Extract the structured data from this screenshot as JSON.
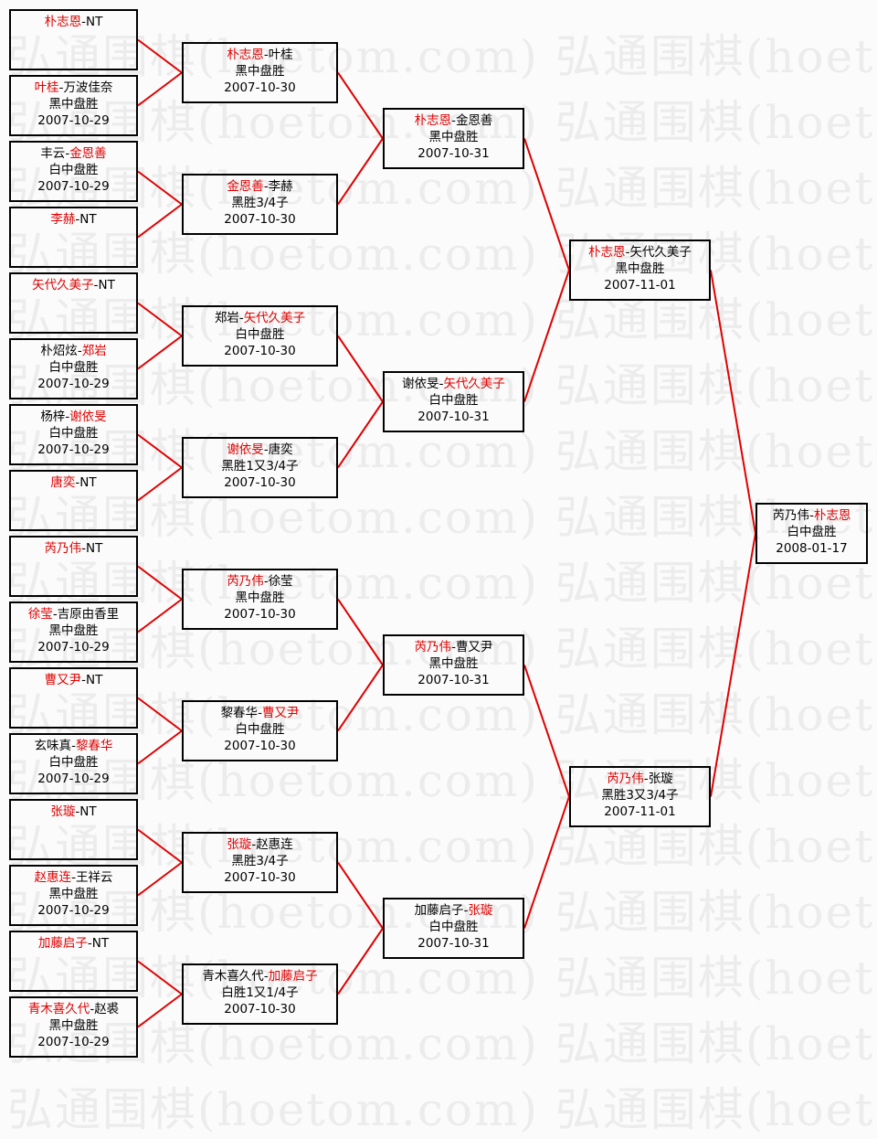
{
  "watermark": "弘通围棋(hoetom.com)",
  "colors": {
    "winner": "#e00000",
    "line": "#e00000",
    "border": "#000000"
  },
  "rounds": [
    [
      {
        "p1": "朴志恩",
        "p2": "NT",
        "winner": 1,
        "result": "",
        "date": ""
      },
      {
        "p1": "叶桂",
        "p2": "万波佳奈",
        "winner": 1,
        "result": "黑中盘胜",
        "date": "2007-10-29"
      },
      {
        "p1": "丰云",
        "p2": "金恩善",
        "winner": 2,
        "result": "白中盘胜",
        "date": "2007-10-29"
      },
      {
        "p1": "李赫",
        "p2": "NT",
        "winner": 1,
        "result": "",
        "date": ""
      },
      {
        "p1": "矢代久美子",
        "p2": "NT",
        "winner": 1,
        "result": "",
        "date": ""
      },
      {
        "p1": "朴炤炫",
        "p2": "郑岩",
        "winner": 2,
        "result": "白中盘胜",
        "date": "2007-10-29"
      },
      {
        "p1": "杨梓",
        "p2": "谢依旻",
        "winner": 2,
        "result": "白中盘胜",
        "date": "2007-10-29"
      },
      {
        "p1": "唐奕",
        "p2": "NT",
        "winner": 1,
        "result": "",
        "date": ""
      },
      {
        "p1": "芮乃伟",
        "p2": "NT",
        "winner": 1,
        "result": "",
        "date": ""
      },
      {
        "p1": "徐莹",
        "p2": "吉原由香里",
        "winner": 1,
        "result": "黑中盘胜",
        "date": "2007-10-29"
      },
      {
        "p1": "曹又尹",
        "p2": "NT",
        "winner": 1,
        "result": "",
        "date": ""
      },
      {
        "p1": "玄味真",
        "p2": "黎春华",
        "winner": 2,
        "result": "白中盘胜",
        "date": "2007-10-29"
      },
      {
        "p1": "张璇",
        "p2": "NT",
        "winner": 1,
        "result": "",
        "date": ""
      },
      {
        "p1": "赵惠连",
        "p2": "王祥云",
        "winner": 1,
        "result": "黑中盘胜",
        "date": "2007-10-29"
      },
      {
        "p1": "加藤启子",
        "p2": "NT",
        "winner": 1,
        "result": "",
        "date": ""
      },
      {
        "p1": "青木喜久代",
        "p2": "赵裘",
        "winner": 1,
        "result": "黑中盘胜",
        "date": "2007-10-29"
      }
    ],
    [
      {
        "p1": "朴志恩",
        "p2": "叶桂",
        "winner": 1,
        "result": "黑中盘胜",
        "date": "2007-10-30"
      },
      {
        "p1": "金恩善",
        "p2": "李赫",
        "winner": 1,
        "result": "黑胜3/4子",
        "date": "2007-10-30"
      },
      {
        "p1": "郑岩",
        "p2": "矢代久美子",
        "winner": 2,
        "result": "白中盘胜",
        "date": "2007-10-30"
      },
      {
        "p1": "谢依旻",
        "p2": "唐奕",
        "winner": 1,
        "result": "黑胜1又3/4子",
        "date": "2007-10-30"
      },
      {
        "p1": "芮乃伟",
        "p2": "徐莹",
        "winner": 1,
        "result": "黑中盘胜",
        "date": "2007-10-30"
      },
      {
        "p1": "黎春华",
        "p2": "曹又尹",
        "winner": 2,
        "result": "白中盘胜",
        "date": "2007-10-30"
      },
      {
        "p1": "张璇",
        "p2": "赵惠连",
        "winner": 1,
        "result": "黑胜3/4子",
        "date": "2007-10-30"
      },
      {
        "p1": "青木喜久代",
        "p2": "加藤启子",
        "winner": 2,
        "result": "白胜1又1/4子",
        "date": "2007-10-30"
      }
    ],
    [
      {
        "p1": "朴志恩",
        "p2": "金恩善",
        "winner": 1,
        "result": "黑中盘胜",
        "date": "2007-10-31"
      },
      {
        "p1": "谢依旻",
        "p2": "矢代久美子",
        "winner": 2,
        "result": "白中盘胜",
        "date": "2007-10-31"
      },
      {
        "p1": "芮乃伟",
        "p2": "曹又尹",
        "winner": 1,
        "result": "黑中盘胜",
        "date": "2007-10-31"
      },
      {
        "p1": "加藤启子",
        "p2": "张璇",
        "winner": 2,
        "result": "白中盘胜",
        "date": "2007-10-31"
      }
    ],
    [
      {
        "p1": "朴志恩",
        "p2": "矢代久美子",
        "winner": 1,
        "result": "黑中盘胜",
        "date": "2007-11-01"
      },
      {
        "p1": "芮乃伟",
        "p2": "张璇",
        "winner": 1,
        "result": "黑胜3又3/4子",
        "date": "2007-11-01"
      }
    ],
    [
      {
        "p1": "芮乃伟",
        "p2": "朴志恩",
        "winner": 2,
        "result": "白中盘胜",
        "date": "2008-01-17"
      }
    ]
  ]
}
